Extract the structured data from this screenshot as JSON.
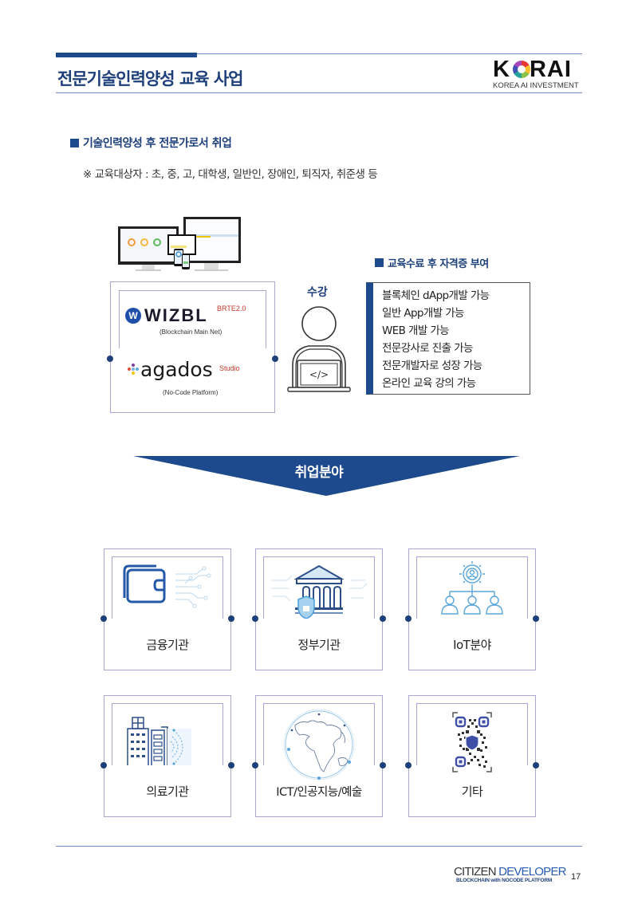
{
  "header": {
    "title": "전문기술인력양성 교육 사업",
    "logo": {
      "word_left": "K",
      "word_right": "RAI",
      "subtitle": "KOREA AI INVESTMENT"
    }
  },
  "section": {
    "heading": "기술인력양성 후 전문가로서 취업",
    "note": "※ 교육대상자 : 초, 중, 고, 대학생, 일반인, 장애인, 퇴직자, 취준생 등"
  },
  "platforms": {
    "wizbl": {
      "badge": "W",
      "name": "WIZBL",
      "version": "BRTE2.0",
      "subtitle": "(Blockchain Main Net)"
    },
    "agados": {
      "name": "agados",
      "edition": "Studio",
      "subtitle": "(No-Code Platform)"
    }
  },
  "student": {
    "label": "수강",
    "laptop_code": "</>"
  },
  "certification": {
    "heading": "교육수료 후 자격증 부여",
    "items": [
      "블록체인 dApp개발 가능",
      "일반 App개발 가능",
      "WEB 개발 가능",
      "전문강사로 진출 가능",
      "전문개발자로 성장 가능",
      "온라인 교육 강의 가능"
    ]
  },
  "banner": {
    "label": "취업분야",
    "color": "#1d4a8c"
  },
  "fields": [
    {
      "label": "금융기관",
      "icon": "wallet-icon"
    },
    {
      "label": "정부기관",
      "icon": "government-building-icon"
    },
    {
      "label": "IoT분야",
      "icon": "network-gear-people-icon"
    },
    {
      "label": "의료기관",
      "icon": "hospital-building-icon"
    },
    {
      "label": "ICT/인공지능/예술",
      "icon": "globe-icon"
    },
    {
      "label": "기타",
      "icon": "qr-code-icon"
    }
  ],
  "footer": {
    "brand_part1": "CITIZEN ",
    "brand_part2": "DEVELOPER",
    "tagline": "BLOCKCHAIN with NOCODE PLATFORM",
    "page_number": "17"
  },
  "colors": {
    "primary": "#1d4a8c",
    "title": "#1d3f7a",
    "accent_red": "#c0392b",
    "frame": "#a8a8cc",
    "line": "#6f8fc2"
  }
}
